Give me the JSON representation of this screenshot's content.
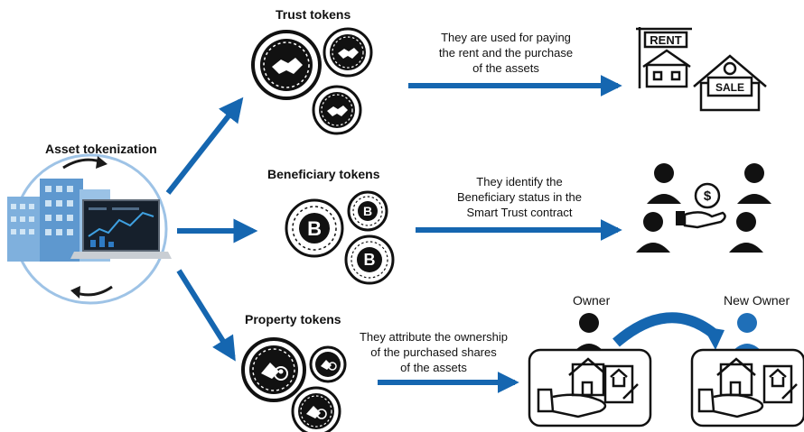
{
  "source": {
    "title": "Asset tokenization",
    "icon": "asset-tokenization-illustration"
  },
  "branches": [
    {
      "id": "trust",
      "heading": "Trust tokens",
      "description": [
        "They are used for paying",
        "the rent and the purchase",
        "of the assets"
      ],
      "token_icon": "handshake-coin-icon",
      "target_icon": "rent-sale-house-icon",
      "target_labels": [
        "RENT",
        "SALE"
      ]
    },
    {
      "id": "beneficiary",
      "heading": "Beneficiary tokens",
      "description": [
        "They identify the",
        "Beneficiary status in the",
        "Smart Trust contract"
      ],
      "token_icon": "b-coin-icon",
      "token_letter": "B",
      "target_icon": "beneficiaries-payment-icon",
      "target_symbol": "$"
    },
    {
      "id": "property",
      "heading": "Property tokens",
      "description": [
        "They attribute the ownership",
        "of the purchased shares",
        "of the assets"
      ],
      "token_icon": "property-coin-icon",
      "target_icon": "ownership-transfer-icon",
      "owner_label": "Owner",
      "new_owner_label": "New Owner"
    }
  ],
  "colors": {
    "arrow": "#1566b0",
    "new_owner": "#1f6fb8",
    "ink": "#111111"
  }
}
